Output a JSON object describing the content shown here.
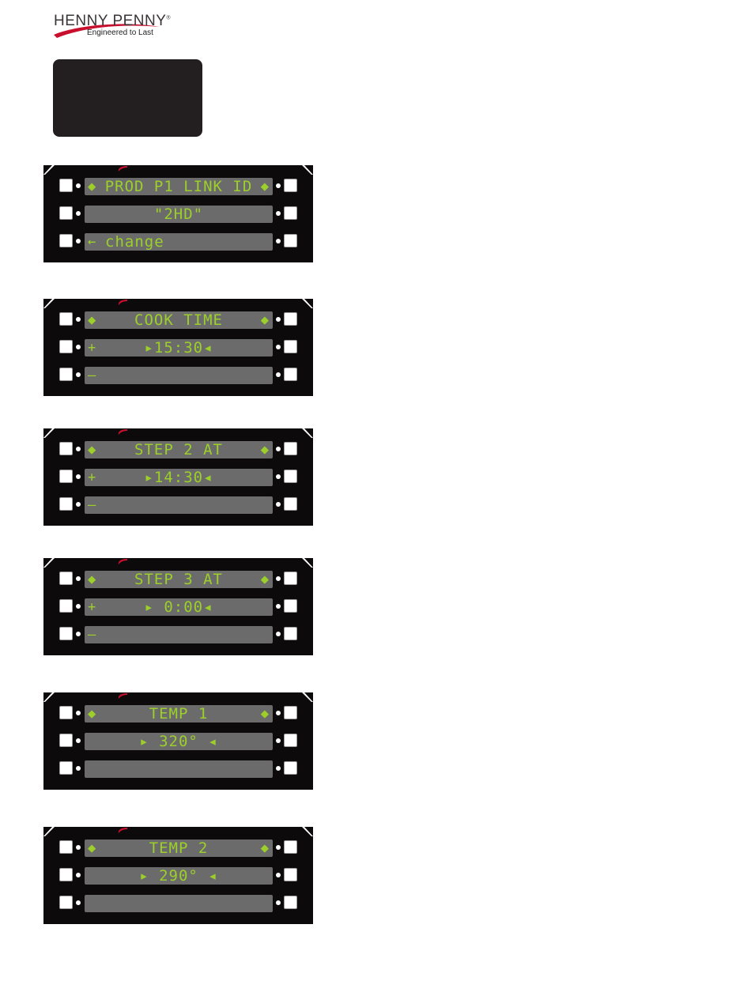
{
  "brand": {
    "name": "HENNY PENNY",
    "registered": "®",
    "tagline": "Engineered to Last",
    "colors": {
      "swoosh": "#c8102e",
      "text": "#3a3536"
    }
  },
  "lcd_color": "#9ccf2a",
  "panels": [
    {
      "rows": [
        {
          "left_icon": "◆",
          "text": "PROD P1 LINK ID",
          "right_icon": "◆"
        },
        {
          "left_icon": "",
          "text": "\"2HD\"",
          "right_icon": ""
        },
        {
          "left_icon": "←",
          "text": "change",
          "right_icon": ""
        }
      ]
    },
    {
      "rows": [
        {
          "left_icon": "◆",
          "text": "COOK TIME",
          "right_icon": "◆"
        },
        {
          "left_icon": "+",
          "text": "▸15:30◂",
          "right_icon": ""
        },
        {
          "left_icon": "—",
          "text": "",
          "right_icon": ""
        }
      ]
    },
    {
      "rows": [
        {
          "left_icon": "◆",
          "text": "STEP 2 AT",
          "right_icon": "◆"
        },
        {
          "left_icon": "+",
          "text": "▸14:30◂",
          "right_icon": ""
        },
        {
          "left_icon": "—",
          "text": "",
          "right_icon": ""
        }
      ]
    },
    {
      "rows": [
        {
          "left_icon": "◆",
          "text": "STEP 3 AT",
          "right_icon": "◆"
        },
        {
          "left_icon": "+",
          "text": "▸ 0:00◂",
          "right_icon": ""
        },
        {
          "left_icon": "—",
          "text": "",
          "right_icon": ""
        }
      ]
    },
    {
      "rows": [
        {
          "left_icon": "◆",
          "text": "TEMP 1",
          "right_icon": "◆"
        },
        {
          "left_icon": "",
          "text": "▸ 320° ◂",
          "right_icon": ""
        },
        {
          "left_icon": "",
          "text": "",
          "right_icon": ""
        }
      ]
    },
    {
      "rows": [
        {
          "left_icon": "◆",
          "text": "TEMP 2",
          "right_icon": "◆"
        },
        {
          "left_icon": "",
          "text": "▸ 290° ◂",
          "right_icon": ""
        },
        {
          "left_icon": "",
          "text": "",
          "right_icon": ""
        }
      ]
    }
  ]
}
